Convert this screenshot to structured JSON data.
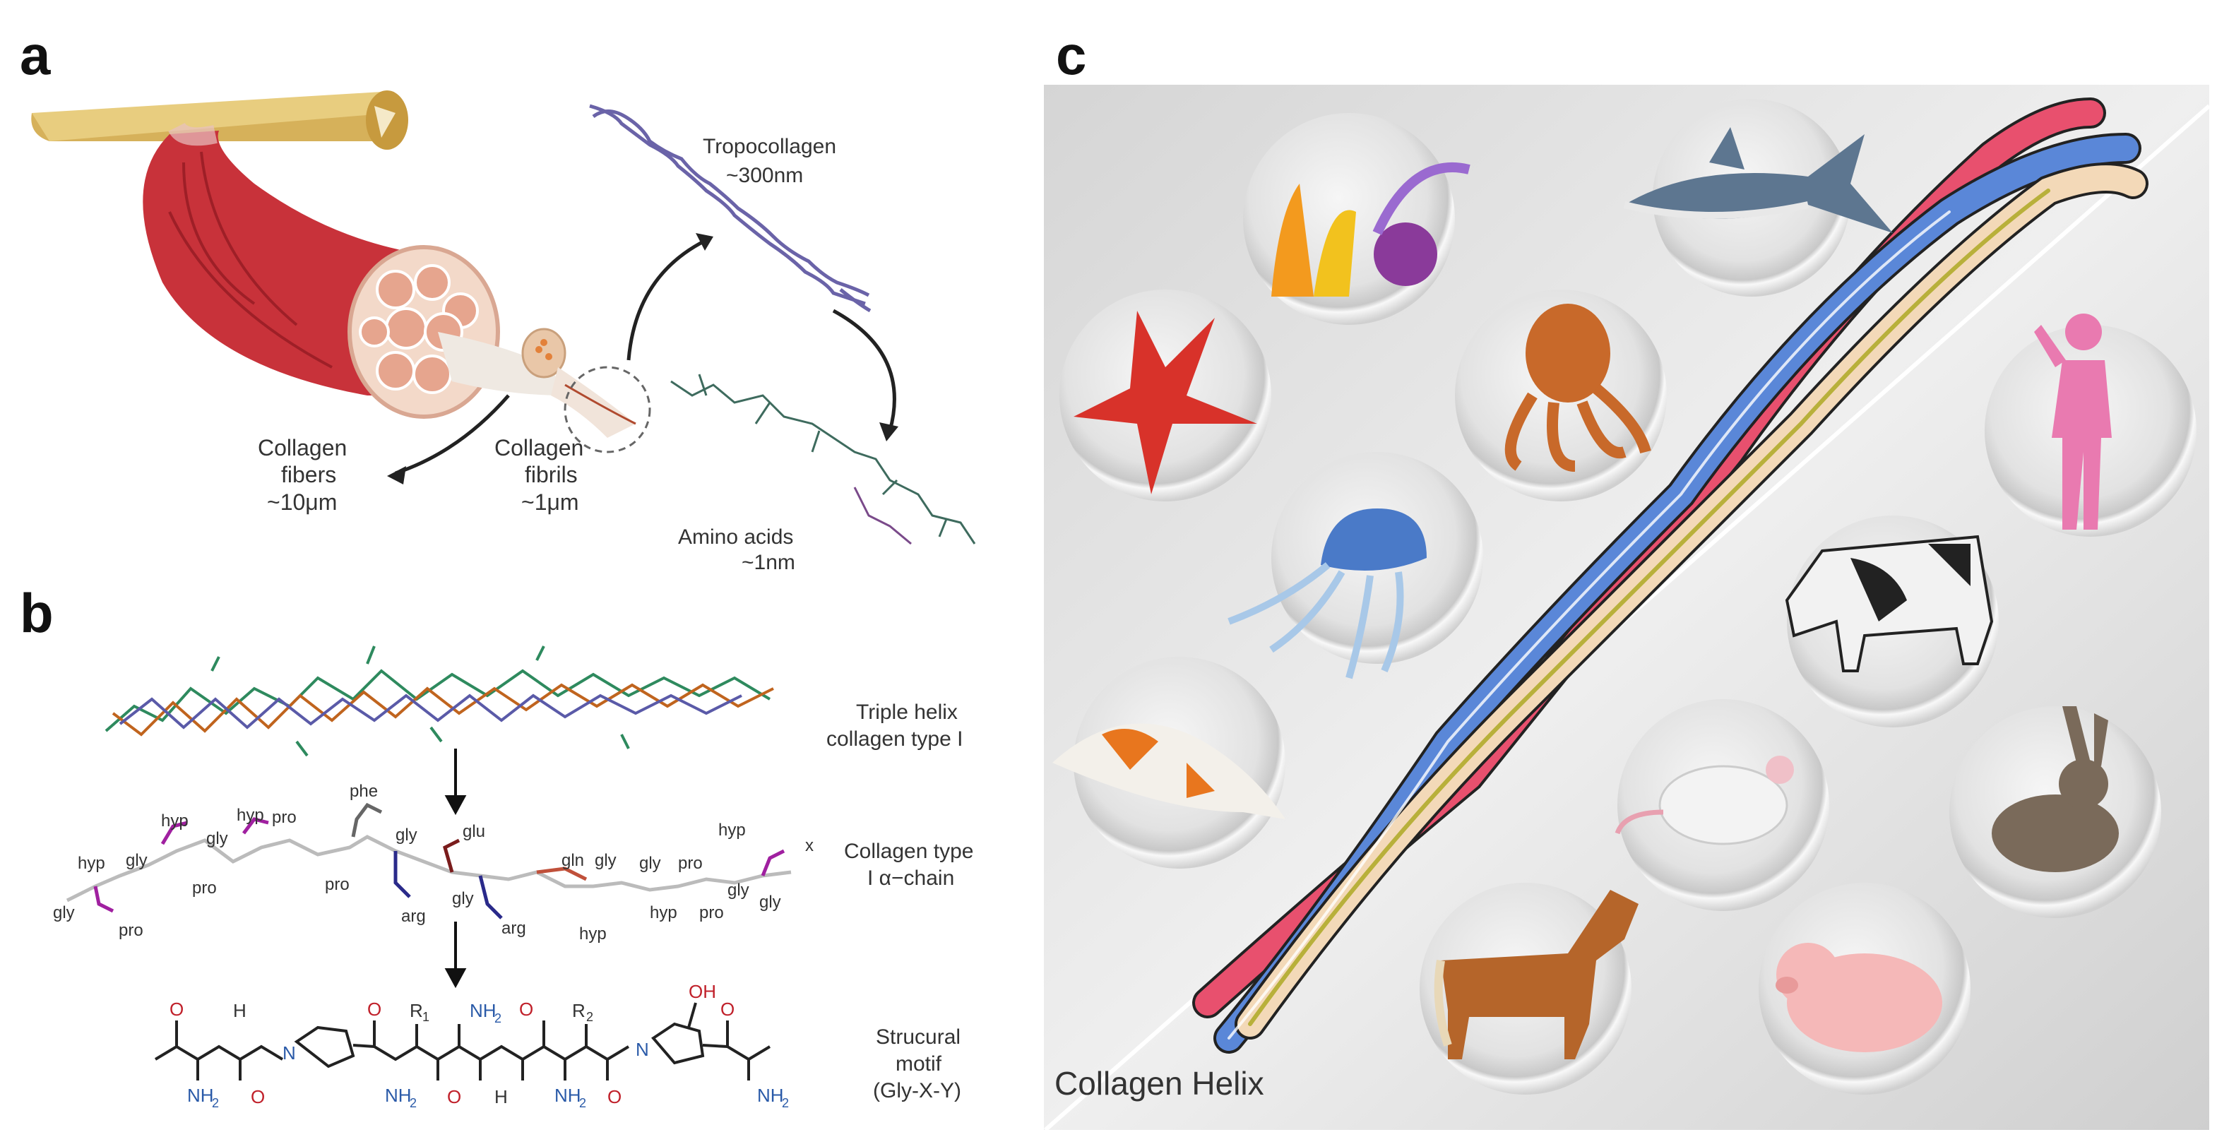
{
  "panels": {
    "a": {
      "letter": "a",
      "tropocollagen": "Tropocollagen",
      "tropocollagen_size": "~300nm",
      "fibers": "Collagen",
      "fibers_2": "fibers",
      "fibers_size": "~10μm",
      "fibrils": "Collagen",
      "fibrils_2": "fibrils",
      "fibrils_size": "~1μm",
      "amino": "Amino acids",
      "amino_size": "~1nm"
    },
    "b": {
      "letter": "b",
      "triple_helix_1": "Triple helix",
      "triple_helix_2": "collagen type I",
      "alpha_1": "Collagen type",
      "alpha_2": "I α−chain",
      "motif_1": "Strucural",
      "motif_2": "motif",
      "motif_3": "(Gly-X-Y)",
      "residues": [
        "hyp",
        "gly",
        "hyp",
        "gly",
        "hyp",
        "pro",
        "gly",
        "pro",
        "pro",
        "phe",
        "gly",
        "pro",
        "glu",
        "gly",
        "arg",
        "arg",
        "gln",
        "gly",
        "hyp",
        "gly",
        "pro",
        "hyp",
        "hyp",
        "gly",
        "x",
        "pro",
        "gly"
      ],
      "atoms": {
        "o": "O",
        "h": "H",
        "n": "N",
        "nh2": "NH",
        "sub2": "2",
        "r1": "R",
        "r1sub": "1",
        "r2": "R",
        "r2sub": "2",
        "oh": "OH"
      }
    },
    "c": {
      "letter": "c",
      "title": "Collagen Helix",
      "sources": [
        "coral",
        "shark",
        "starfish",
        "octopus",
        "human",
        "jellyfish",
        "cow",
        "koi-fish",
        "rat",
        "rabbit",
        "horse",
        "pig"
      ]
    }
  },
  "colors": {
    "muscle": "#c8323a",
    "tendon": "#d8b65a",
    "helix_pink": "#e8506e",
    "helix_blue": "#5a87d8",
    "helix_cream": "#f3d9b8",
    "hyp_purple": "#a020a0",
    "oxygen_red": "#c0202a",
    "nitrogen_blue": "#2a5aa8"
  }
}
